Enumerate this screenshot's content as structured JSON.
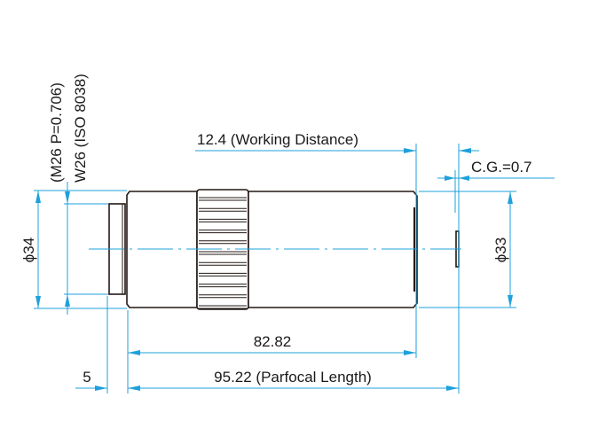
{
  "colors": {
    "dimension": "#1ea0dc",
    "outline": "#231815"
  },
  "labels": {
    "thread_m26": "(M26 P=0.706)",
    "thread_w26": "W26 (ISO 8038)",
    "working_distance": "12.4 (Working Distance)",
    "cover_glass": "C.G.=0.7",
    "diameter_rear": "ϕ34",
    "diameter_front": "ϕ33",
    "body_length": "82.82",
    "parfocal_length": "95.22 (Parfocal Length)",
    "thread_length": "5"
  }
}
